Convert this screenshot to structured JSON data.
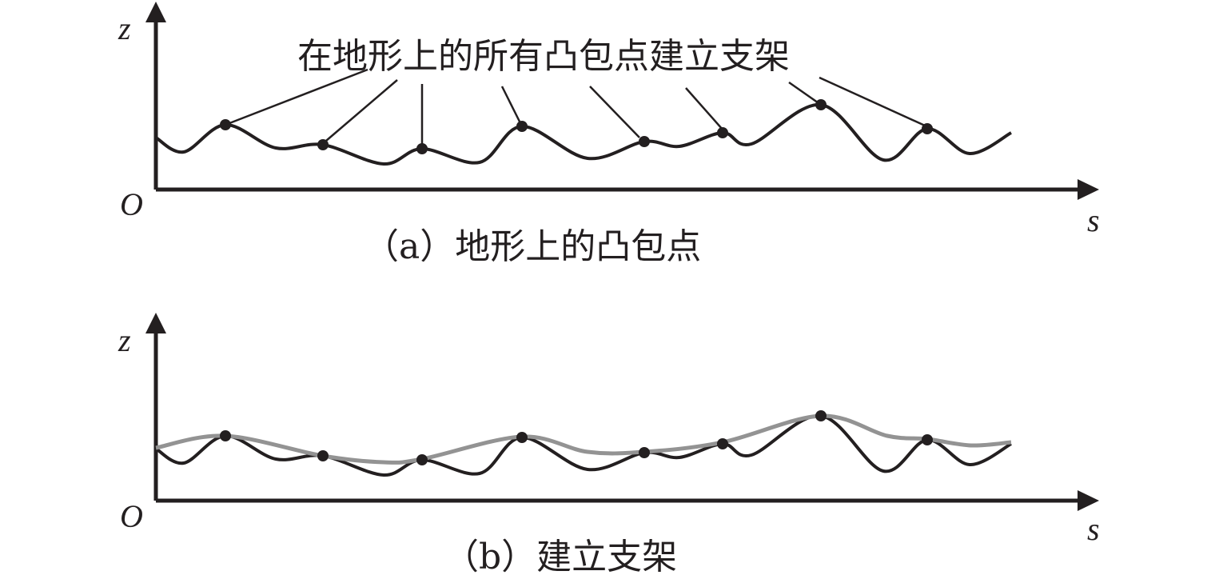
{
  "panel_a": {
    "axis_z": "z",
    "axis_s": "s",
    "origin": "O",
    "annotation": "在地形上的所有凸包点建立支架",
    "caption": "（a）地形上的凸包点"
  },
  "panel_b": {
    "axis_z": "z",
    "axis_s": "s",
    "origin": "O",
    "caption": "（b）建立支架"
  },
  "colors": {
    "terrain": "#231f20",
    "support": "#939393"
  }
}
